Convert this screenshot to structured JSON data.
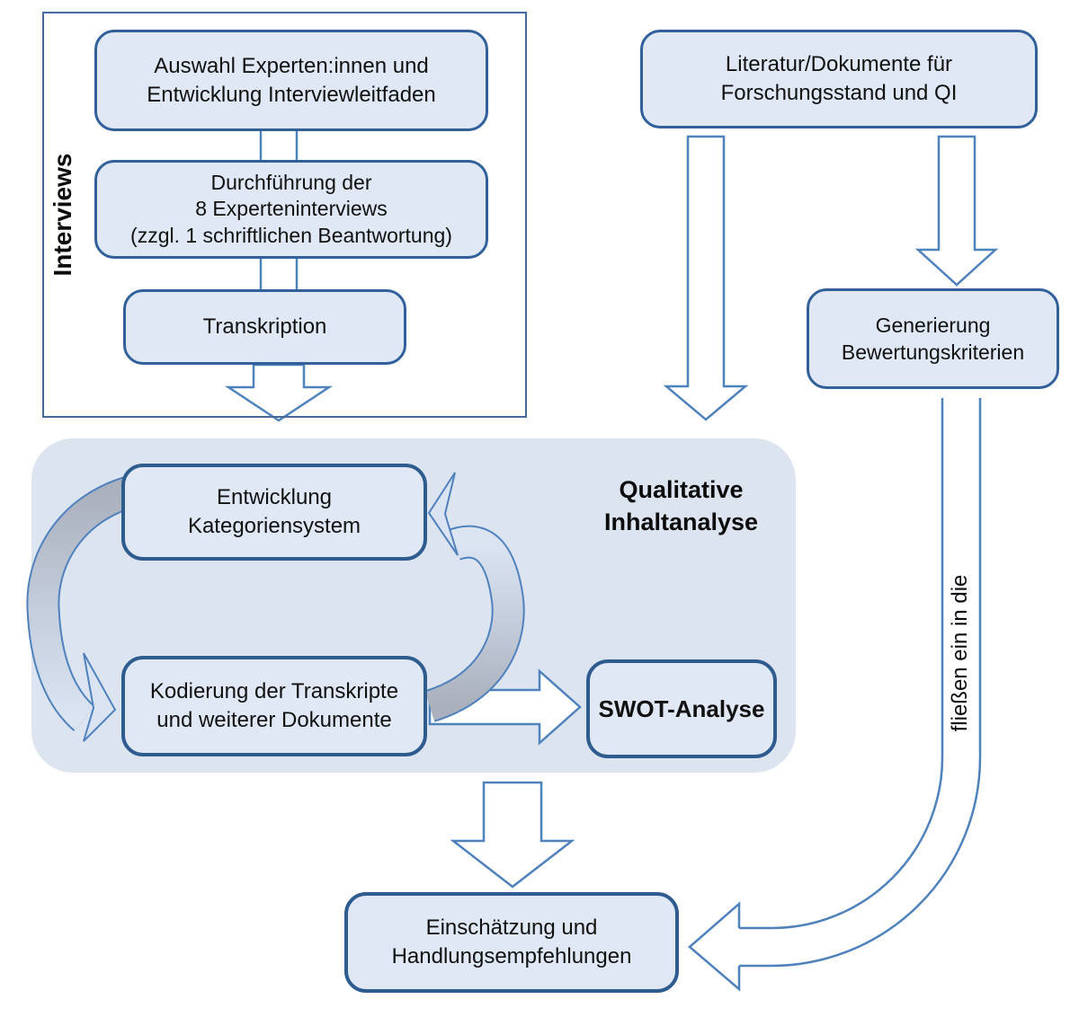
{
  "diagram": {
    "title_hint": "Research methodology flowchart (German)",
    "interviews_group": {
      "label": "Interviews",
      "boxes": {
        "auswahl": "Auswahl Experten:innen und\nEntwicklung Interviewleitfaden",
        "durchfuehrung": "Durchführung der\n8 Experteninterviews\n(zzgl. 1 schriftlichen Beantwortung)",
        "transkription": "Transkription"
      }
    },
    "literatur_box": "Literatur/Dokumente für\nForschungsstand und QI",
    "generierung_box": "Generierung\nBewertungskriterien",
    "panel": {
      "title": "Qualitative\nInhaltanalyse",
      "entwicklung_box": "Entwicklung\nKategoriensystem",
      "kodierung_box": "Kodierung der Transkripte\nund weiterer Dokumente",
      "swot_box": "SWOT-Analyse"
    },
    "einschaetzung_box": "Einschätzung und\nHandlungsempfehlungen",
    "fliessen_label": "fließen ein in die",
    "colors": {
      "box_fill": "#dfe8f4",
      "box_border": "#31609b",
      "box_border_thick": "#2e5c8e",
      "panel_fill": "#dce4f0",
      "arrow_outline": "#4f81bd",
      "cycle_gray": "#aeb4c0",
      "cycle_light": "#dbe5f2",
      "text": "#111111",
      "background": "#ffffff"
    }
  }
}
